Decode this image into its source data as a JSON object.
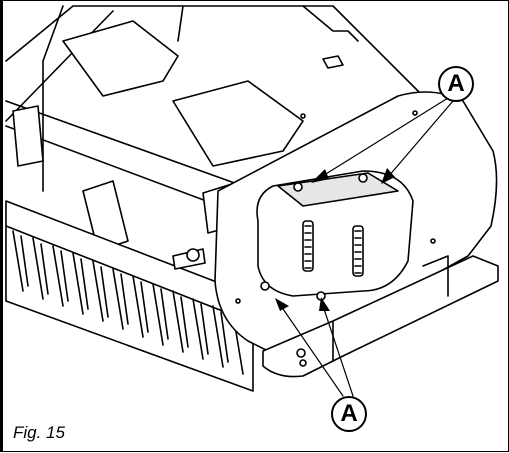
{
  "figure": {
    "caption": "Fig. 15",
    "callouts": [
      {
        "id": "top",
        "label": "A"
      },
      {
        "id": "bottom",
        "label": "A"
      }
    ],
    "colors": {
      "line": "#000000",
      "background": "#ffffff",
      "shading": "#e6e6e6"
    }
  }
}
